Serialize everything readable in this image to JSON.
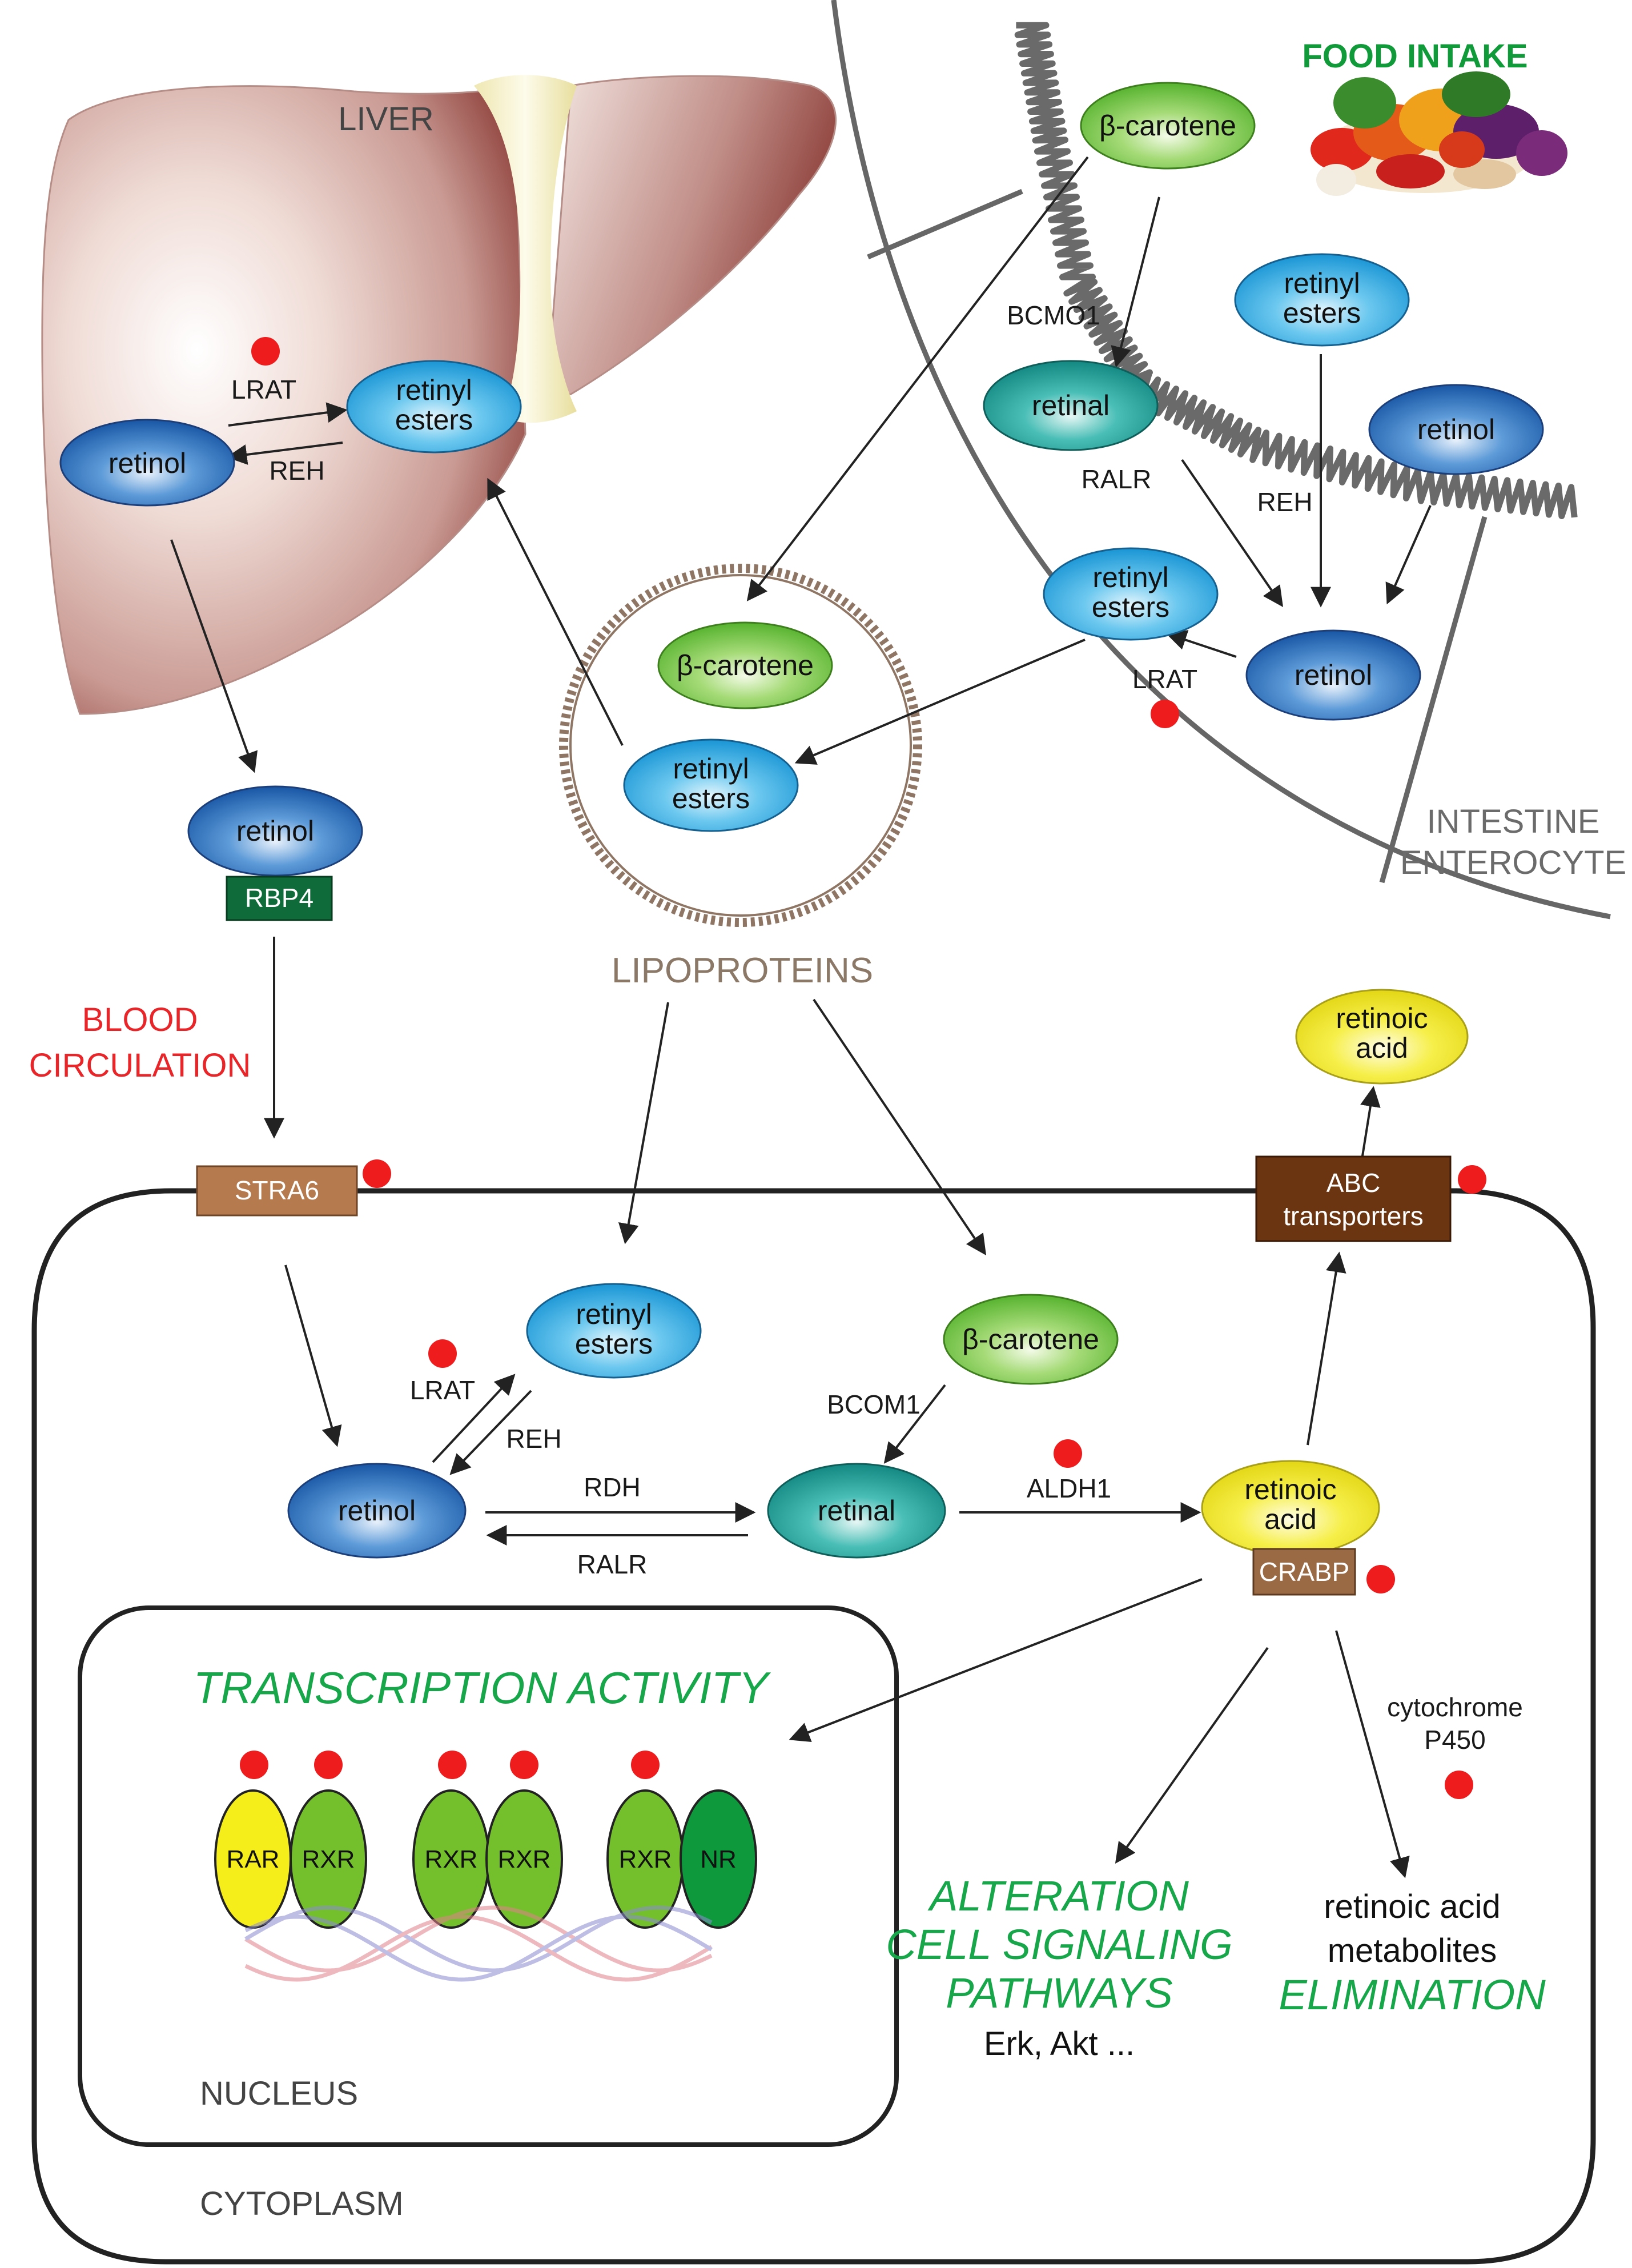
{
  "sections": {
    "liver": "LIVER",
    "food_intake": "FOOD INTAKE",
    "intestine_line1": "INTESTINE",
    "intestine_line2": "ENTEROCYTE",
    "lipoproteins": "LIPOPROTEINS",
    "blood_line1": "BLOOD",
    "blood_line2": "CIRCULATION",
    "nucleus": "NUCLEUS",
    "cytoplasm": "CYTOPLASM",
    "transcription": "TRANSCRIPTION ACTIVITY"
  },
  "molecules": {
    "retinol": "retinol",
    "retinyl": "retinyl",
    "esters": "esters",
    "beta_carotene": "β-carotene",
    "retinal": "retinal",
    "retinoic": "retinoic",
    "acid": "acid"
  },
  "enzymes": {
    "lrat": "LRAT",
    "reh": "REH",
    "bcmo1": "BCMO1",
    "ralr": "RALR",
    "bcom1": "BCOM1",
    "aldh1": "ALDH1",
    "rdh": "RDH",
    "cyto_line1": "cytochrome",
    "cyto_line2": "P450"
  },
  "proteins": {
    "rbp4": "RBP4",
    "stra6": "STRA6",
    "abc_line1": "ABC",
    "abc_line2": "transporters",
    "crabp": "CRABP"
  },
  "receptors": {
    "rar": "RAR",
    "rxr": "RXR",
    "nr": "NR"
  },
  "outcomes": {
    "alteration_line1": "ALTERATION",
    "alteration_line2": "CELL SIGNALING",
    "alteration_line3": "PATHWAYS",
    "erk_akt": "Erk, Akt ...",
    "metabolites_line1": "retinoic acid",
    "metabolites_line2": "metabolites",
    "elimination": "ELIMINATION"
  },
  "colors": {
    "retinol": "#2a6fc0",
    "retinyl_esters": "#38aee6",
    "beta_carotene": "#7cc84a",
    "retinal": "#1f9a94",
    "retinoic_acid": "#f1ea2a",
    "rbp4": "#0f6b3a",
    "stra6": "#b57a4e",
    "abc_transporters": "#6b3512",
    "crabp": "#9a6a44",
    "marker_dot": "#ee1c1c",
    "rxr": "#74c02c",
    "nr": "#0e9a3c",
    "rar": "#f5ee1a"
  }
}
